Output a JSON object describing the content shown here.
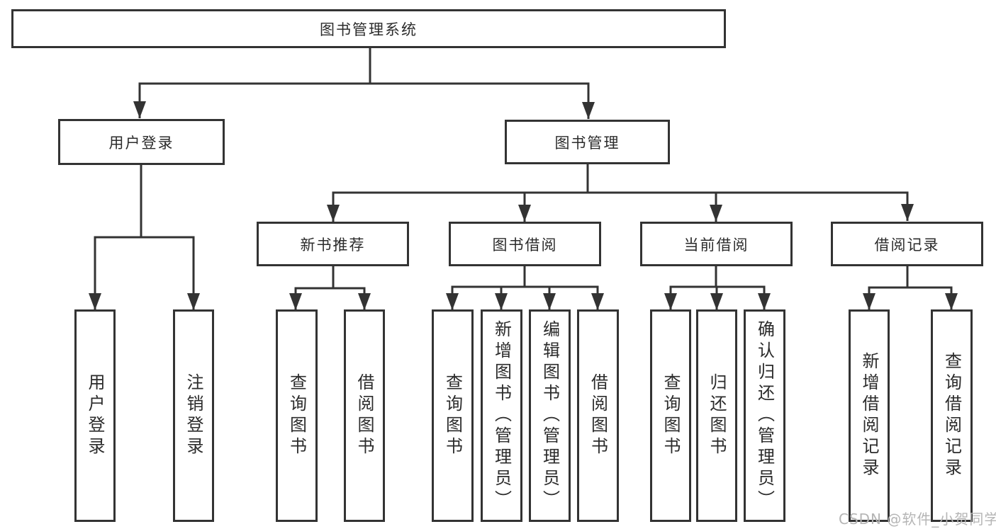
{
  "diagram": {
    "watermark": "CSDN @软件_小贺同学",
    "colors": {
      "line": "#333333",
      "box_border": "#333333",
      "box_bg": "#ffffff",
      "text": "#2b2b2b",
      "watermark": "#b5b5b5",
      "background": "#ffffff"
    },
    "tree": {
      "root": {
        "label": "图书管理系统",
        "children": [
          {
            "label": "用户登录",
            "children": [
              {
                "label": "用户登录"
              },
              {
                "label": "注销登录"
              }
            ]
          },
          {
            "label": "图书管理",
            "children": [
              {
                "label": "新书推荐",
                "children": [
                  {
                    "label": "查询图书"
                  },
                  {
                    "label": "借阅图书"
                  }
                ]
              },
              {
                "label": "图书借阅",
                "children": [
                  {
                    "label": "查询图书"
                  },
                  {
                    "label": "新增图书（管理员）"
                  },
                  {
                    "label": "编辑图书（管理员）"
                  },
                  {
                    "label": "借阅图书"
                  }
                ]
              },
              {
                "label": "当前借阅",
                "children": [
                  {
                    "label": "查询图书"
                  },
                  {
                    "label": "归还图书"
                  },
                  {
                    "label": "确认归还（管理员）"
                  }
                ]
              },
              {
                "label": "借阅记录",
                "children": [
                  {
                    "label": "新增借阅记录"
                  },
                  {
                    "label": "查询借阅记录"
                  }
                ]
              }
            ]
          }
        ]
      }
    }
  }
}
